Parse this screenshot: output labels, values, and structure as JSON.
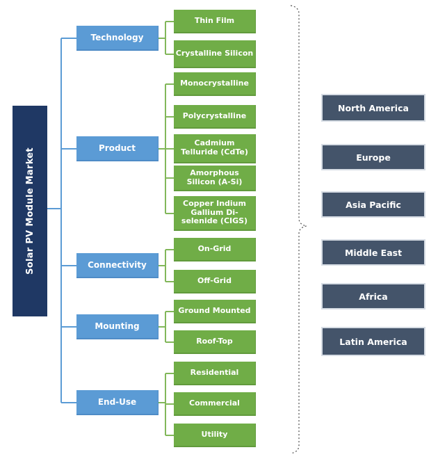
{
  "d": {
    "root": {
      "label": "Solar PV Module Market"
    },
    "segments": [
      {
        "label": "Technology",
        "children": [
          "Thin Film",
          "Crystalline Silicon"
        ]
      },
      {
        "label": "Product",
        "children": [
          "Monocrystalline",
          "Polycrystalline",
          "Cadmium Telluride (CdTe)",
          "Amorphous Silicon (A-Si)",
          "Copper Indium Gallium Di-selenide (CIGS)"
        ]
      },
      {
        "label": "Connectivity",
        "children": [
          "On-Grid",
          "Off-Grid"
        ]
      },
      {
        "label": "Mounting",
        "children": [
          "Ground Mounted",
          "Roof-Top"
        ]
      },
      {
        "label": "End-Use",
        "children": [
          "Residential",
          "Commercial",
          "Utility"
        ]
      }
    ],
    "regions": [
      "North America",
      "Europe",
      "Asia Pacific",
      "Middle East",
      "Africa",
      "Latin America"
    ],
    "colors": {
      "root_fill": "#1F3864",
      "category_fill": "#5B9BD5",
      "segment_fill": "#70AD47",
      "region_fill": "#44546A",
      "region_border": "#D6DCE4",
      "connector_blue": "#5B9BD5",
      "connector_green": "#82B75A",
      "brace_gray": "#595959",
      "text": "#FFFFFF"
    }
  }
}
